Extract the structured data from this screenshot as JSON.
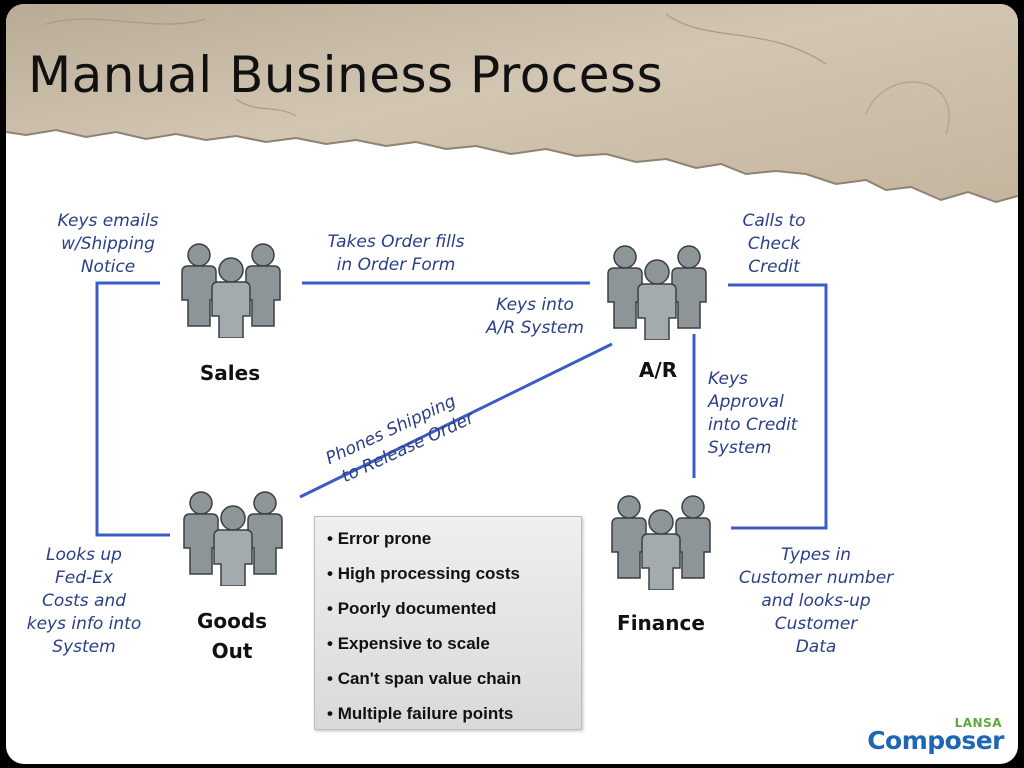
{
  "slide": {
    "title": "Manual Business Process"
  },
  "colors": {
    "connector": "#3b5cc4",
    "label_text": "#2a3f86",
    "header_paper": "#c9bba5",
    "brand_blue": "#1f66b5",
    "brand_green": "#5aab3a"
  },
  "roles": {
    "sales": "Sales",
    "ar": "A/R",
    "goods_out_line1": "Goods",
    "goods_out_line2": "Out",
    "finance": "Finance"
  },
  "labels": {
    "keys_emails": [
      "Keys emails",
      "w/Shipping",
      "Notice"
    ],
    "takes_order": [
      "Takes Order fills",
      "in Order Form"
    ],
    "keys_into_ar": [
      "Keys into",
      "A/R System"
    ],
    "calls_to_check": [
      "Calls to",
      "Check",
      "Credit"
    ],
    "keys_approval": [
      "Keys",
      "Approval",
      "into Credit",
      "System"
    ],
    "phones_shipping": [
      "Phones Shipping",
      "to Release Order"
    ],
    "looks_up_fedex": [
      "Looks up",
      "Fed-Ex",
      "Costs and",
      "keys info into",
      "System"
    ],
    "types_in": [
      "Types in",
      "Customer number",
      "and looks-up",
      "Customer",
      "Data"
    ]
  },
  "issues": [
    "Error prone",
    "High processing costs",
    "Poorly documented",
    "Expensive to scale",
    "Can't span value chain",
    "Multiple failure points"
  ],
  "icons": {
    "people_group": "people-group-icon"
  },
  "brand": {
    "small": "LANSA",
    "big": "Composer"
  }
}
